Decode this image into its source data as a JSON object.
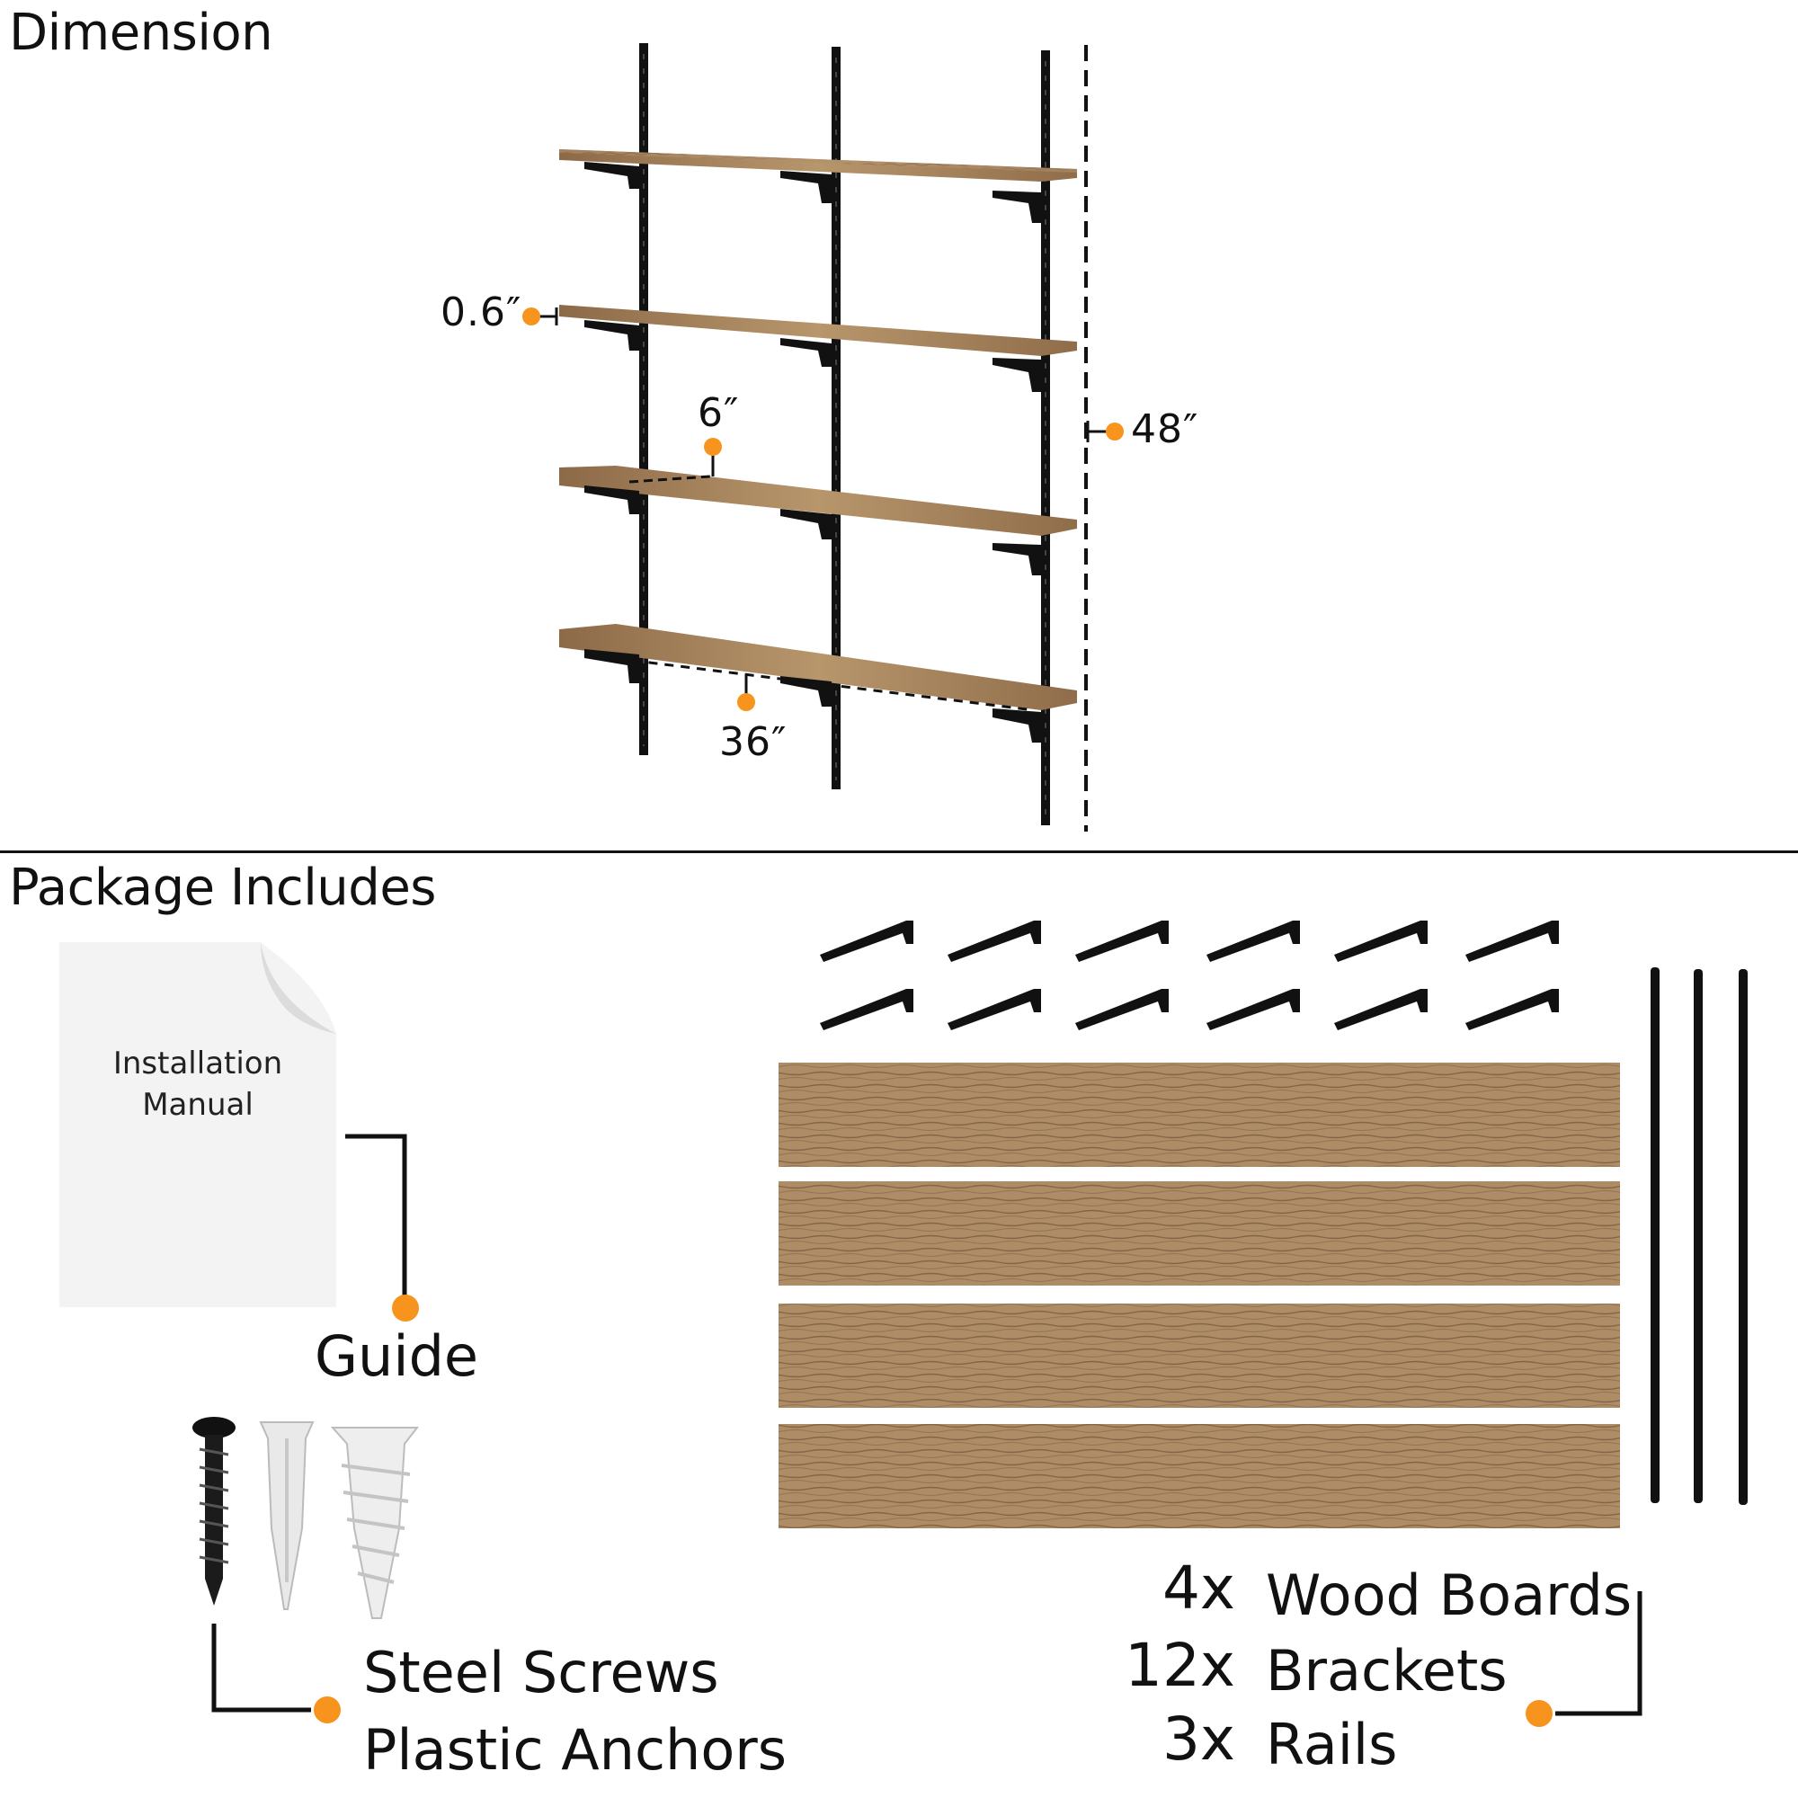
{
  "dimension": {
    "title": "Dimension",
    "labels": {
      "thickness": "0.6″",
      "depth": "6″",
      "height": "48″",
      "width": "36″"
    }
  },
  "package": {
    "title": "Package Includes",
    "manual_text": "Installation Manual",
    "guide_label": "Guide",
    "hardware_line1": "Steel Screws",
    "hardware_line2": "Plastic Anchors",
    "items": [
      {
        "qty": "4x",
        "name": "Wood Boards"
      },
      {
        "qty": "12x",
        "name": "Brackets"
      },
      {
        "qty": "3x",
        "name": "Rails"
      }
    ]
  },
  "colors": {
    "accent": "#f7941d",
    "wood": "#a88560",
    "metal": "#111111"
  }
}
